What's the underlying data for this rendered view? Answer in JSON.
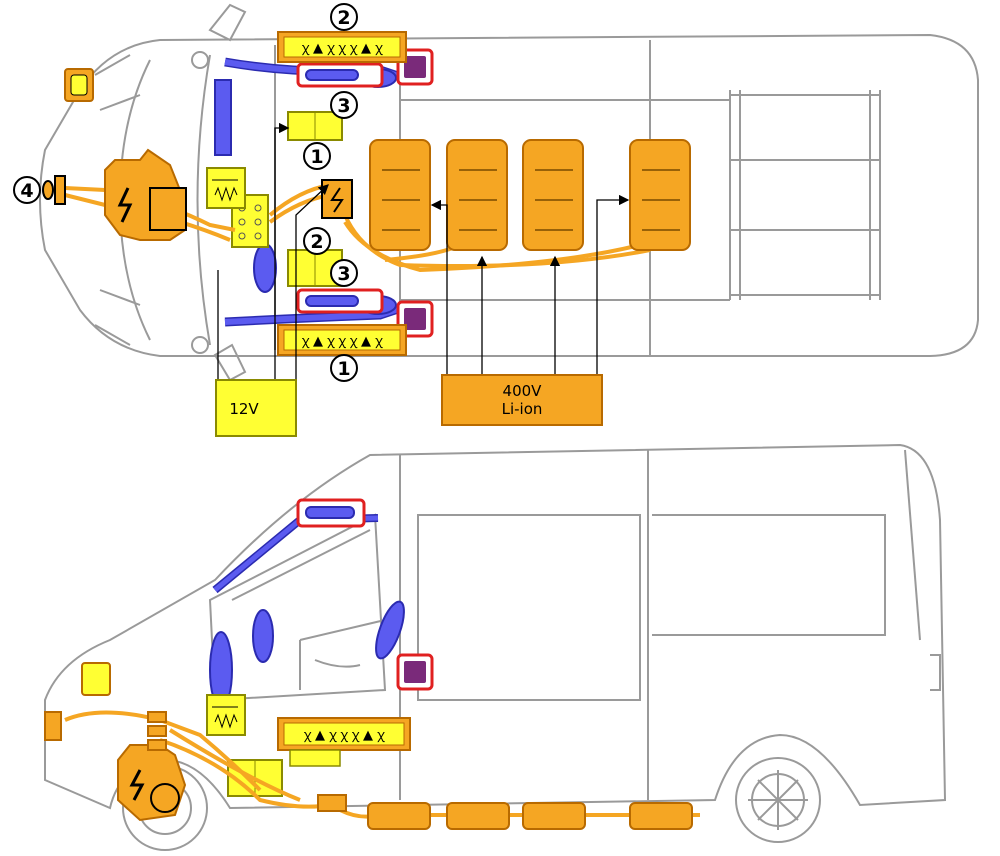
{
  "colors": {
    "outline": "#9a9a9a",
    "hv_orange": "#f5a623",
    "hv_orange_dark": "#b86a00",
    "lv_yellow": "#ffff33",
    "airbag_blue": "#5b5bf0",
    "airbag_blue_dark": "#2b2bb0",
    "alert_red": "#e02020",
    "module_purple": "#7a2a7a"
  },
  "labels": {
    "battery_12v": "12V",
    "battery_hv_line1": "400V",
    "battery_hv_line2": "Li-ion"
  },
  "callouts": {
    "c2_top": "2",
    "c3_top": "3",
    "c1_top": "1",
    "c4": "4",
    "c2_mid": "2",
    "c3_mid": "3",
    "c1_bottom": "1"
  },
  "icons": [
    "high-voltage-bolt-icon",
    "pyrotechnic-igniter-icon",
    "airbag-icon",
    "control-module-icon",
    "service-disconnect-icon",
    "fuse-box-icon"
  ]
}
